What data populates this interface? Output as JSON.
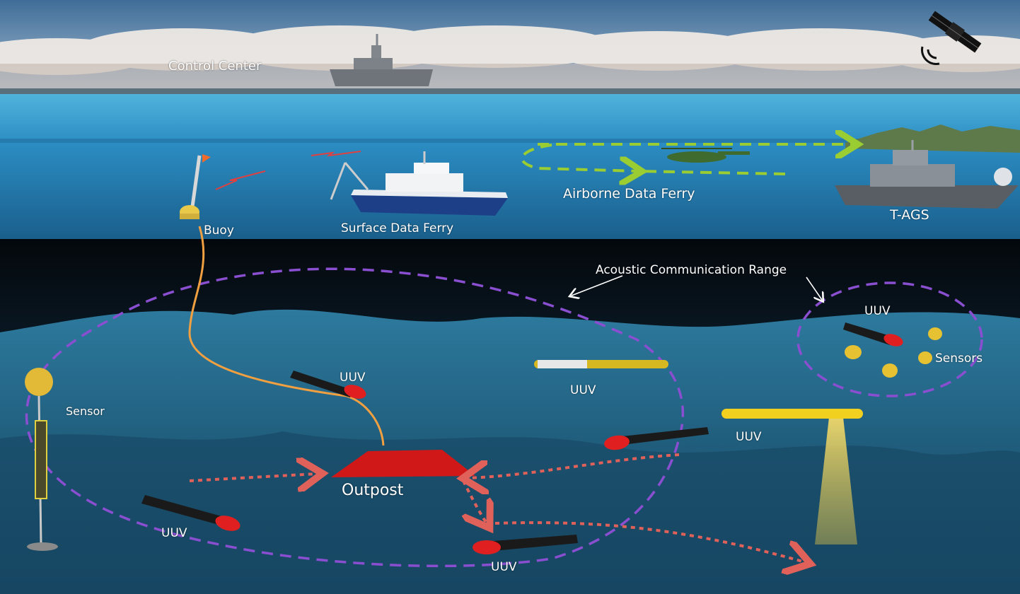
{
  "labels": {
    "control_center": "Control Center",
    "buoy": "Buoy",
    "surface_ferry": "Surface Data Ferry",
    "airborne_ferry": "Airborne Data Ferry",
    "tags": "T-AGS",
    "acoustic_range": "Acoustic Communication Range",
    "uuv": "UUV",
    "sensor": "Sensor",
    "sensors": "Sensors",
    "outpost": "Outpost"
  },
  "colors": {
    "sky": "#6f94b8",
    "sea_surface": "#2a8fc4",
    "deep_sea": "#0f3a55",
    "acoustic_range": "#8a4fd0",
    "airborne_path": "#9acd32",
    "uuv_path": "#e0605a",
    "tether": "#f0a040",
    "outpost": "#d01818",
    "uuv_nose": "#e02020"
  }
}
